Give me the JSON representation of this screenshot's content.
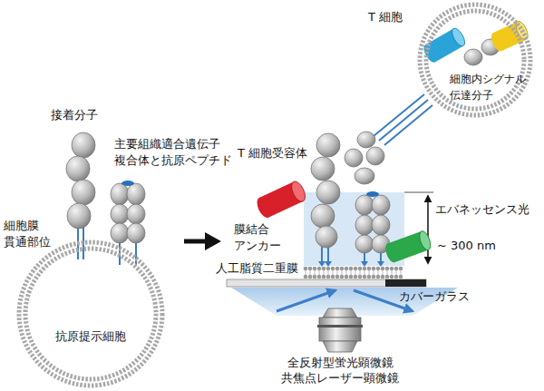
{
  "diagram": {
    "nodes": [
      {
        "text": [
          "抗原提示細胞"
        ]
      },
      {
        "text": [
          "T 細胞",
          "細胞内シグナル 伝達分子"
        ]
      }
    ],
    "labels": [
      "接着分子",
      "主要組織適合遺伝子 複合体と抗原ペプチド",
      "細胞膜 貫通部位",
      "T 細胞受容体",
      "エバネッセンス光",
      "~ 300 nm",
      "膜結合 アンカー",
      "人工脂質二重膜",
      "カバーガラス",
      "全反射型蛍光顕微鏡 共焦点レーザー顕微鏡"
    ]
  }
}
